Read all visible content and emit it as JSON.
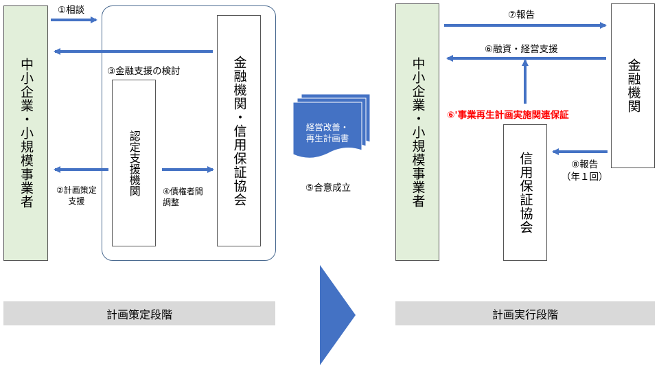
{
  "left": {
    "sme_label": "中小企業・小規模事業者",
    "bank_label": "金融機関・信用保証協会",
    "support_label": "認定支援機関",
    "step1": "①相談",
    "step3": "③金融支援の検討",
    "step2": "②計画策定\n支援",
    "step4": "④債権者間\n調整",
    "phase": "計画策定段階"
  },
  "middle": {
    "doc_label": "経営改善・\n再生計画書",
    "step5": "⑤合意成立"
  },
  "right": {
    "sme_label": "中小企業・小規模事業者",
    "bank_label": "金融機関",
    "guarantee_label": "信用保証協会",
    "step7": "⑦報告",
    "step6": "⑥融資・経営支援",
    "step6b": "⑥'事業再生計画実施関連保証",
    "step8": "⑧報告\n（年１回）",
    "phase": "計画実行段階"
  },
  "colors": {
    "arrow": "#4472c4",
    "sme_fill": "#e2efda",
    "highlight": "#ff0000",
    "phase_bar": "#d9d9d9"
  }
}
